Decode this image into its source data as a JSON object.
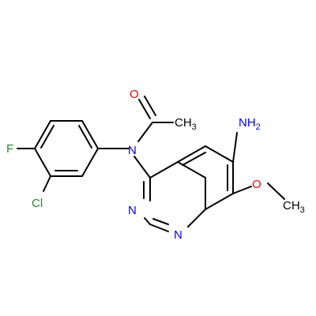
{
  "molecule": {
    "atoms": {
      "oxygen_carbonyl": "O",
      "nitrogen_amide": "N",
      "methyl_acetyl": "CH",
      "methyl_acetyl_sub": "3",
      "amino_group": "NH",
      "amino_group_sub": "2",
      "fluorine": "F",
      "chlorine": "Cl",
      "oxygen_methoxy": "O",
      "methyl_methoxy": "CH",
      "methyl_methoxy_sub": "3",
      "nitrogen_n3": "N",
      "nitrogen_n1": "N"
    },
    "colors": {
      "bond": "#000000",
      "oxygen": "#ff0000",
      "nitrogen": "#0000ff",
      "fluorine": "#228b22",
      "chlorine": "#228b22",
      "carbon": "#000000"
    }
  }
}
